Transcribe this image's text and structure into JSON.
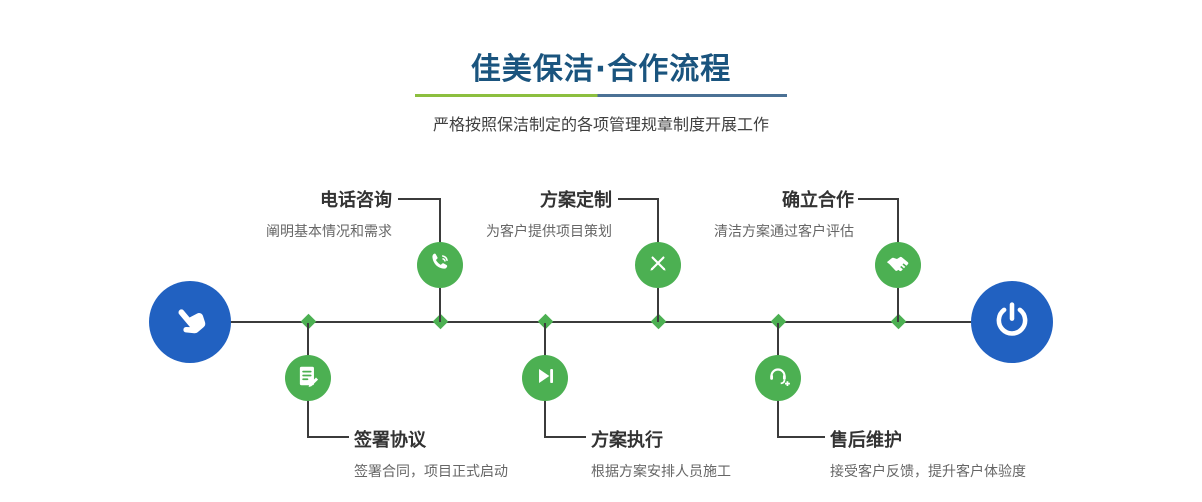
{
  "header": {
    "title": "佳美保洁·合作流程",
    "subtitle": "严格按照保洁制定的各项管理规章制度开展工作"
  },
  "steps_top": [
    {
      "title": "电话咨询",
      "desc": "阐明基本情况和需求",
      "icon": "phone-icon"
    },
    {
      "title": "方案定制",
      "desc": "为客户提供项目策划",
      "icon": "design-icon"
    },
    {
      "title": "确立合作",
      "desc": "清洁方案通过客户评估",
      "icon": "handshake-icon"
    }
  ],
  "steps_bottom": [
    {
      "title": "签署协议",
      "desc": "签署合同，项目正式启动",
      "icon": "contract-icon"
    },
    {
      "title": "方案执行",
      "desc": "根据方案安排人员施工",
      "icon": "execute-icon"
    },
    {
      "title": "售后维护",
      "desc": "接受客户反馈，提升客户体验度",
      "icon": "service-icon"
    }
  ],
  "endpoints": {
    "start_icon": "hand-pointer-icon",
    "end_icon": "power-icon"
  },
  "colors": {
    "title_blue": "#1a547e",
    "node_green": "#4cb052",
    "endpoint_blue": "#2161c1",
    "divider_green": "#8cbf3f",
    "divider_gray": "#4b7195",
    "line_dark": "#3b3b3b"
  }
}
